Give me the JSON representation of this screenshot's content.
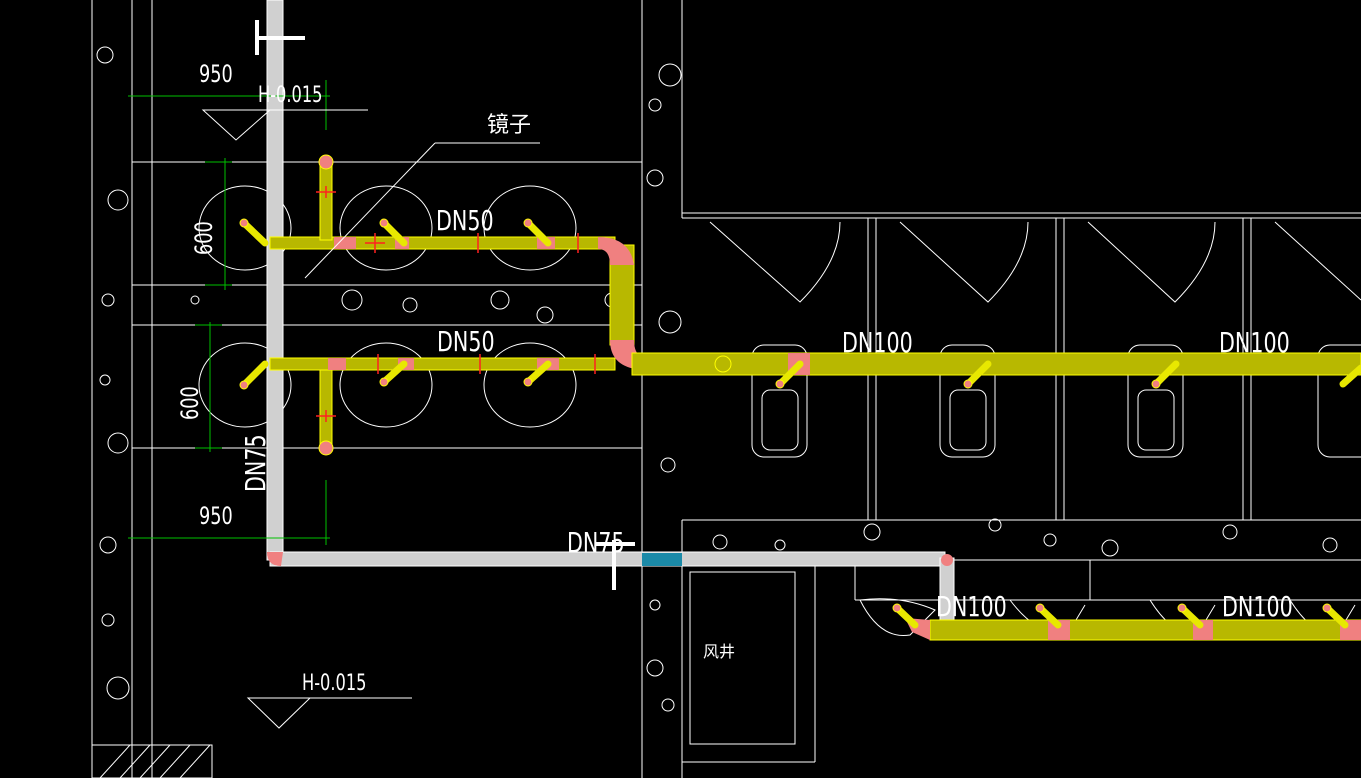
{
  "colors": {
    "background": "#000000",
    "wall_line": "#ffffff",
    "pipe_yellow": "#e8e800",
    "pipe_yellow_fill": "#b8b800",
    "fitting_pink": "#f08080",
    "gray_pipe": "#c0c0c0",
    "dimension_green": "#00c000",
    "node_red": "#ff2020",
    "valve_blue": "#1b8aa8"
  },
  "labels": {
    "elevation_top": "H-0.015",
    "elevation_bottom": "H-0.015",
    "mirror": "镜子",
    "pipe_dn50_upper": "DN50",
    "pipe_dn50_lower": "DN50",
    "pipe_dn100_left": "DN100",
    "pipe_dn100_right": "DN100",
    "pipe_dn75_vertical": "DN75",
    "pipe_dn75_horizontal": "DN75",
    "pipe_dn100_bottom_left": "DN100",
    "pipe_dn100_bottom_right": "DN100",
    "air_shaft": "风井"
  },
  "dimensions": {
    "top_width": "950",
    "bottom_width": "950",
    "upper_height": "600",
    "lower_height": "600"
  }
}
